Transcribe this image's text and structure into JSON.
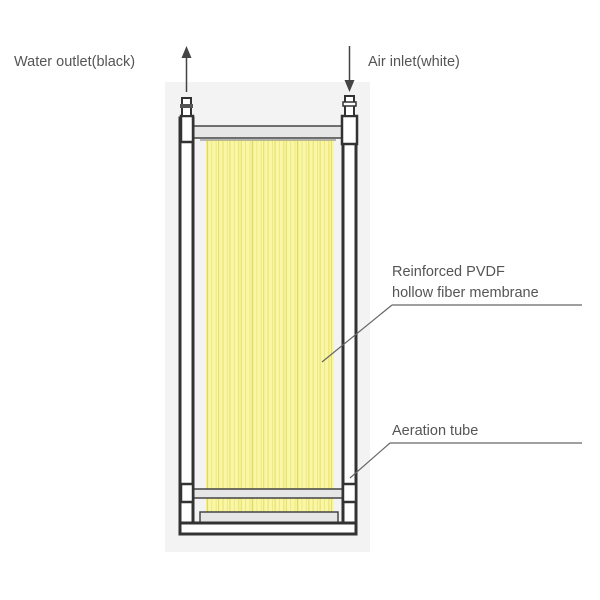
{
  "labels": {
    "water_outlet": "Water outlet(black)",
    "air_inlet": "Air inlet(white)",
    "membrane_line1": "Reinforced PVDF",
    "membrane_line2": "hollow fiber membrane",
    "aeration_tube": "Aeration tube"
  },
  "colors": {
    "frame": "#3a3a3a",
    "frame_shadow": "#f1f1f1",
    "membrane_fill": "#f9f7a6",
    "fiber": "#e7e071",
    "header": "#d9d9d9",
    "leader": "#666666",
    "text": "#555555"
  },
  "membrane": {
    "fiber_count": 34
  }
}
